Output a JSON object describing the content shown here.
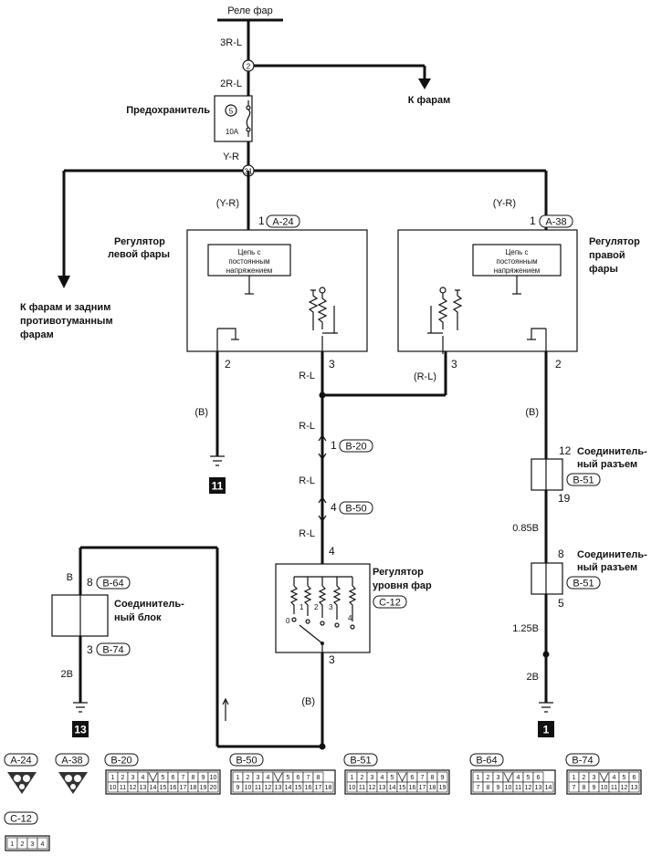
{
  "top": {
    "relay": "Реле фар",
    "wire1": "3R-L",
    "node2": "2",
    "wire2": "2R-L",
    "to_headlamps": "К фарам"
  },
  "fuse": {
    "label": "Предохранитель",
    "num": "5",
    "rating": "10A"
  },
  "after_fuse": {
    "wire": "Y-R",
    "node": "31"
  },
  "left_branch": {
    "label_line1": "К фарам и задним",
    "label_line2": "противотуманным",
    "label_line3": "фарам"
  },
  "left_reg": {
    "title_line1": "Регулятор",
    "title_line2": "левой фары",
    "in_wire": "(Y-R)",
    "in_pin": "1",
    "conn": "A-24",
    "circuit_line1": "Цепь с",
    "circuit_line2": "постоянным",
    "circuit_line3": "напряжением",
    "pin_ground": "2",
    "pin_signal": "3",
    "ground_wire": "(B)",
    "ground_num": "11"
  },
  "right_reg": {
    "title_line1": "Регулятор",
    "title_line2": "правой",
    "title_line3": "фары",
    "in_wire": "(Y-R)",
    "in_pin": "1",
    "conn": "A-38",
    "circuit_line1": "Цепь с",
    "circuit_line2": "постоянным",
    "circuit_line3": "напряжением",
    "pin_ground": "2",
    "pin_signal": "3",
    "signal_wire": "(R-L)"
  },
  "center_chain": {
    "w1": "R-L",
    "w2": "R-L",
    "pin_b20": "1",
    "conn_b20": "B-20",
    "w3": "R-L",
    "pin_b50": "4",
    "conn_b50": "B-50",
    "w4": "R-L",
    "pin_in": "4"
  },
  "level_reg": {
    "title_line1": "Регулятор",
    "title_line2": "уровня фар",
    "conn": "C-12",
    "pos": [
      "0",
      "1",
      "2",
      "3",
      "4"
    ],
    "pin_out": "3",
    "out_wire": "(B)"
  },
  "joint_block": {
    "title_line1": "Соединитель-",
    "title_line2": "ный блок",
    "in_wire": "B",
    "in_pin": "8",
    "in_conn": "B-64",
    "out_pin": "3",
    "out_conn": "B-74",
    "out_wire": "2B",
    "ground_num": "13"
  },
  "right_chain": {
    "wire_b": "(B)",
    "c1_title_line1": "Соединитель-",
    "c1_title_line2": "ный разъем",
    "c1_pin_in": "12",
    "c1_conn": "B-51",
    "c1_pin_out": "19",
    "wire_085": "0.85B",
    "c2_title_line1": "Соединитель-",
    "c2_title_line2": "ный разъем",
    "c2_pin_in": "8",
    "c2_conn": "B-51",
    "c2_pin_out": "5",
    "wire_125": "1.25B",
    "wire_2b": "2B",
    "ground_num": "1"
  },
  "legend": {
    "a24": "A-24",
    "a38": "A-38",
    "b20": {
      "label": "B-20",
      "row1": [
        "1",
        "2",
        "3",
        "4",
        "",
        "5",
        "6",
        "7",
        "8",
        "9",
        "10"
      ],
      "row2": [
        "10",
        "11",
        "12",
        "13",
        "14",
        "15",
        "16",
        "17",
        "18",
        "19",
        "20"
      ]
    },
    "b50": {
      "label": "B-50",
      "row1": [
        "1",
        "2",
        "3",
        "4",
        "",
        "5",
        "6",
        "7",
        "8"
      ],
      "row2": [
        "9",
        "10",
        "11",
        "12",
        "13",
        "14",
        "15",
        "16",
        "17",
        "18"
      ]
    },
    "b51": {
      "label": "B-51",
      "row1": [
        "1",
        "2",
        "3",
        "4",
        "5",
        "",
        "6",
        "7",
        "8",
        "9"
      ],
      "row2": [
        "10",
        "11",
        "12",
        "13",
        "14",
        "15",
        "16",
        "17",
        "18",
        "19"
      ]
    },
    "b64": {
      "label": "B-64",
      "row1": [
        "1",
        "2",
        "3",
        "",
        "4",
        "5",
        "6"
      ],
      "row2": [
        "7",
        "8",
        "9",
        "10",
        "11",
        "12",
        "13",
        "14"
      ]
    },
    "b74": {
      "label": "B-74",
      "row1": [
        "1",
        "2",
        "3",
        "",
        "4",
        "5",
        "6"
      ],
      "row2": [
        "7",
        "8",
        "9",
        "10",
        "11",
        "12",
        "13"
      ]
    },
    "c12": {
      "label": "C-12",
      "row1": [
        "1",
        "2",
        "3",
        "4"
      ]
    }
  }
}
